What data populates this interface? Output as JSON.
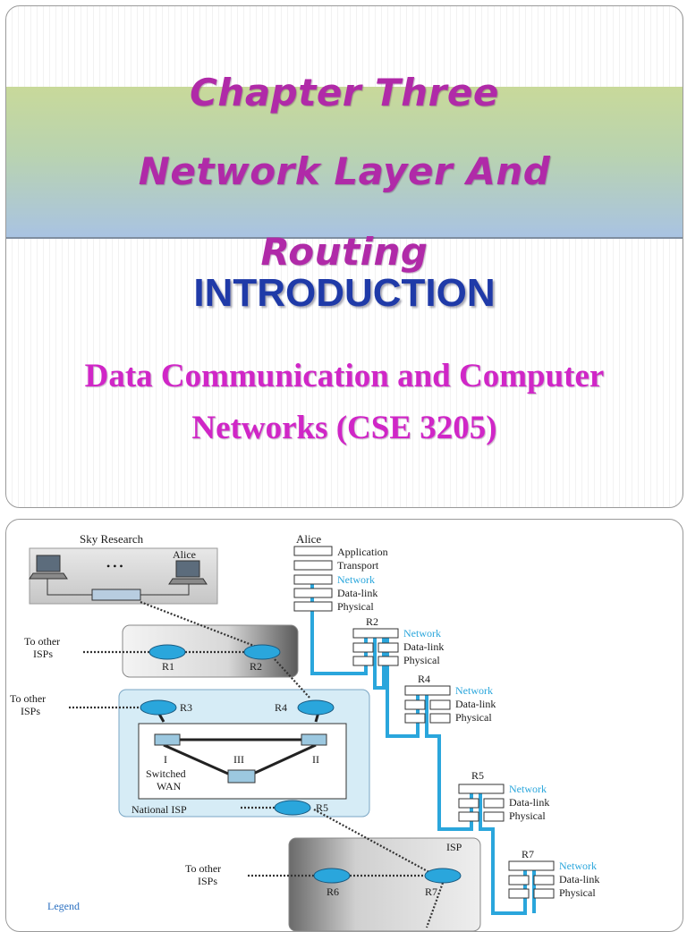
{
  "slide1": {
    "title_lines": [
      "Chapter Three",
      "Network Layer  And",
      "Routing"
    ],
    "subtitle": "INTRODUCTION",
    "course_lines": [
      "Data Communication and Computer",
      "Networks (CSE 3205)"
    ]
  },
  "slide2": {
    "sky_research": "Sky Research",
    "alice_label": "Alice",
    "dots": "• • •",
    "to_other_isps": "To other",
    "isps": "ISPs",
    "routers": {
      "r1": "R1",
      "r2": "R2",
      "r3": "R3",
      "r4": "R4",
      "r5": "R5",
      "r6": "R6",
      "r7": "R7"
    },
    "switches": {
      "s1": "I",
      "s2": "II",
      "s3": "III"
    },
    "switched_wan": [
      "Switched",
      "WAN"
    ],
    "national_isp": "National ISP",
    "isp_label": "ISP",
    "legend": "Legend",
    "stack_alice_title": "Alice",
    "layers": [
      "Application",
      "Transport",
      "Network",
      "Data-link",
      "Physical"
    ],
    "router_stack_layers": [
      "Network",
      "Data-link",
      "Physical"
    ],
    "colors": {
      "highlight": "#2aa6dc",
      "diagram_text": "#1a1a1a"
    }
  }
}
